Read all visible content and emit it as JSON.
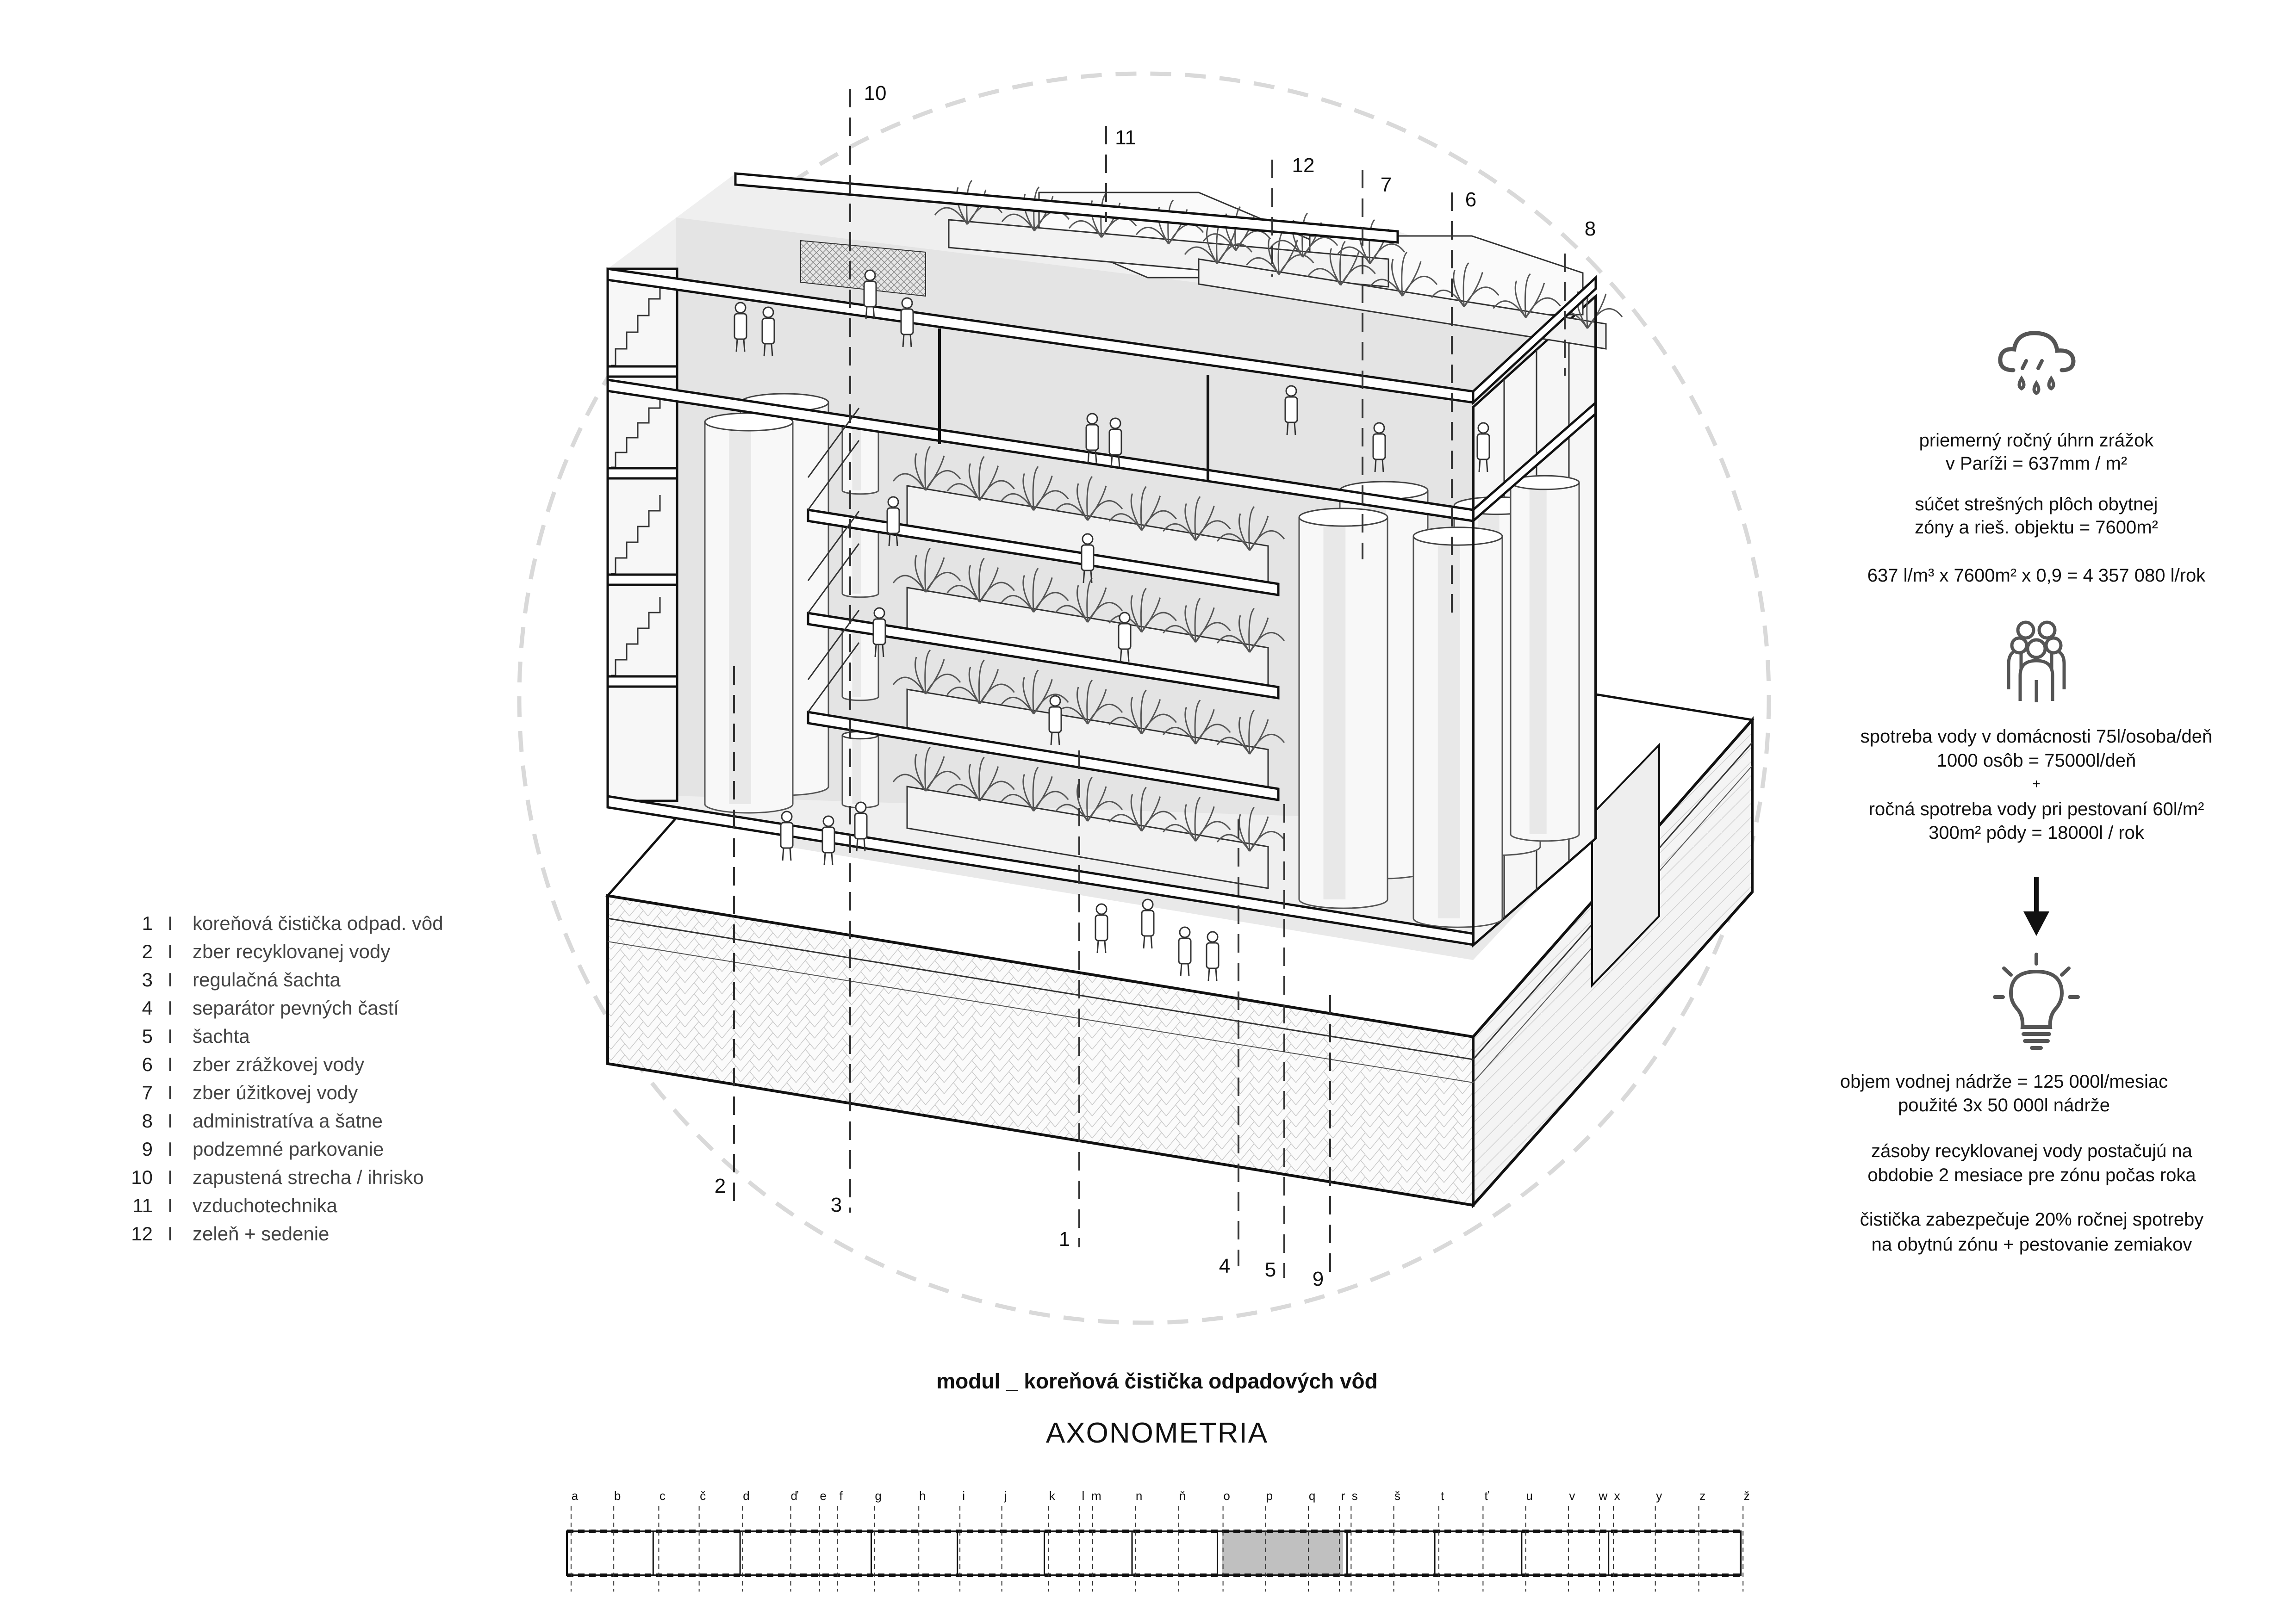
{
  "legend": [
    {
      "num": "1",
      "text": "koreňová čistička odpad. vôd"
    },
    {
      "num": "2",
      "text": "zber recyklovanej vody"
    },
    {
      "num": "3",
      "text": "regulačná šachta"
    },
    {
      "num": "4",
      "text": "separátor pevných častí"
    },
    {
      "num": "5",
      "text": "šachta"
    },
    {
      "num": "6",
      "text": "zber  zrážkovej vody"
    },
    {
      "num": "7",
      "text": "zber úžitkovej vody"
    },
    {
      "num": "8",
      "text": "administratíva a šatne"
    },
    {
      "num": "9",
      "text": "podzemné parkovanie"
    },
    {
      "num": "10",
      "text": "zapustená strecha / ihrisko"
    },
    {
      "num": "11",
      "text": "vzduchotechnika"
    },
    {
      "num": "12",
      "text": "zeleň + sedenie"
    }
  ],
  "legend_separator": "I",
  "callouts": {
    "c1": "1",
    "c2": "2",
    "c3": "3",
    "c4": "4",
    "c5": "5",
    "c6": "6",
    "c7": "7",
    "c8": "8",
    "c9": "9",
    "c10": "10",
    "c11": "11",
    "c12": "12"
  },
  "info": {
    "rain_icon": "cloud-rain-icon",
    "rain": [
      "priemerný ročný úhrn zrážok",
      "v Paríži = 637mm / m²",
      "súčet strešných plôch obytnej",
      "zóny a rieš. objektu = 7600m²",
      "637 l/m³ x 7600m² x 0,9 = 4 357 080 l/rok"
    ],
    "people_icon": "people-group-icon",
    "consumption": [
      "spotreba vody v domácnosti 75l/osoba/deň",
      "1000 osôb = 75000l/deň",
      "+",
      "ročná spotreba vody pri pestovaní 60l/m²",
      "300m² pôdy = 18000l / rok"
    ],
    "arrow_icon": "arrow-down-icon",
    "bulb_icon": "light-bulb-icon",
    "result": [
      "objem vodnej nádrže = 125 000l/mesiac",
      "použité 3x 50 000l nádrže",
      "zásoby recyklovanej vody postačujú na",
      "obdobie 2 mesiace pre zónu počas roka",
      "čistička zabezpečuje 20% ročnej spotreby",
      "na obytnú zónu + pestovanie zemiakov"
    ]
  },
  "title": {
    "subtitle": "modul _ koreňová čistička odpadových vôd",
    "main": "AXONOMETRIA"
  },
  "scale_strip": {
    "letters": [
      "a",
      "b",
      "c",
      "č",
      "d",
      "ď",
      "e",
      "f",
      "g",
      "h",
      "i",
      "j",
      "k",
      "l",
      "m",
      "n",
      "ň",
      "o",
      "p",
      "q",
      "r",
      "s",
      "š",
      "t",
      "ť",
      "u",
      "v",
      "w",
      "x",
      "y",
      "z",
      "ž"
    ],
    "highlighted_range": [
      "o",
      "r"
    ]
  },
  "colors": {
    "highlight": "#c0c0c0",
    "guide_circle": "#d9d9d9",
    "icon": "#555555"
  }
}
